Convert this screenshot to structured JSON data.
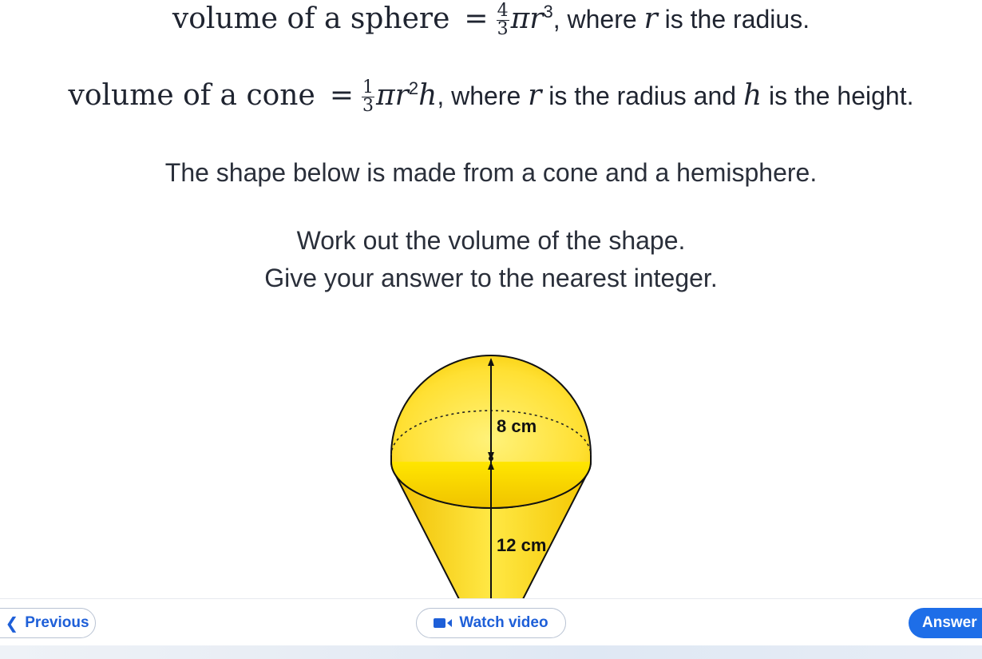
{
  "formulas": {
    "sphere": {
      "lhs": "volume of a sphere",
      "eq": "=",
      "frac_num": "4",
      "frac_den": "3",
      "pi": "π",
      "var": "r",
      "exp": "3",
      "tail_1": ", where ",
      "tail_var": "r",
      "tail_2": " is the radius."
    },
    "cone": {
      "lhs": "volume of a cone",
      "eq": "=",
      "frac_num": "1",
      "frac_den": "3",
      "pi": "π",
      "var": "r",
      "exp": "2",
      "var2": "h",
      "tail_1": ", where ",
      "tail_var": "r",
      "tail_2": " is the radius and ",
      "tail_var2": "h",
      "tail_3": " is the height."
    }
  },
  "question": {
    "line1": "The shape below is made from a cone and a hemisphere.",
    "line2": "Work out the volume of the shape.",
    "line3": "Give your answer to the nearest integer."
  },
  "figure": {
    "label_top": "8 cm",
    "label_bottom": "12 cm",
    "fill_light": "#ffe566",
    "fill_dark": "#f2c200"
  },
  "nav": {
    "previous_label": "Previous",
    "video_label": "Watch video",
    "answer_label": "Answer"
  },
  "colors": {
    "accent": "#1e6ee8",
    "link": "#1e5fd8"
  }
}
